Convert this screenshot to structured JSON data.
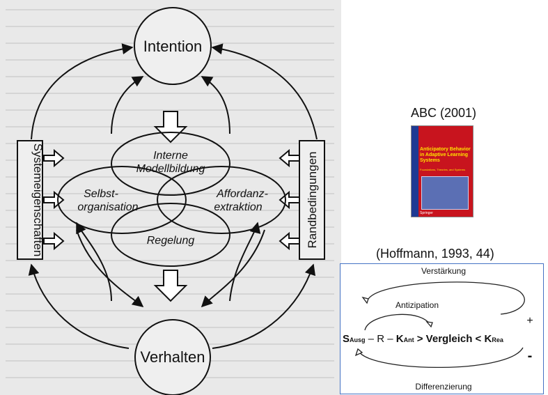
{
  "diagram": {
    "intention": "Intention",
    "verhalten": "Verhalten",
    "systemeigenschaften": "Systemeigenschaften",
    "randbedingungen": "Randbedingungen",
    "interne_line1": "Interne",
    "interne_line2": "Modellbildung",
    "selbst_line1": "Selbst-",
    "selbst_line2": "organisation",
    "affordanz_line1": "Affordanz-",
    "affordanz_line2": "extraktion",
    "regelung": "Regelung"
  },
  "book": {
    "caption": "ABC (2001)",
    "title": "Anticipatory Behavior in Adaptive Learning Systems",
    "subtitle": "Foundations, Theories, and Systems",
    "publisher": "Springer"
  },
  "hoffmann": {
    "caption": "(Hoffmann, 1993, 44)",
    "verstaerkung": "Verstärkung",
    "antizipation": "Antizipation",
    "differenzierung": "Differenzierung",
    "plus": "+",
    "minus": "-",
    "s": "S",
    "s_sub": "Ausg",
    "dash1": " – ",
    "r": "R",
    "dash2": " – ",
    "k": "K",
    "k_sub": "Ant",
    "vergleich": " > Vergleich < ",
    "k2": "K",
    "k2_sub": "Rea"
  }
}
